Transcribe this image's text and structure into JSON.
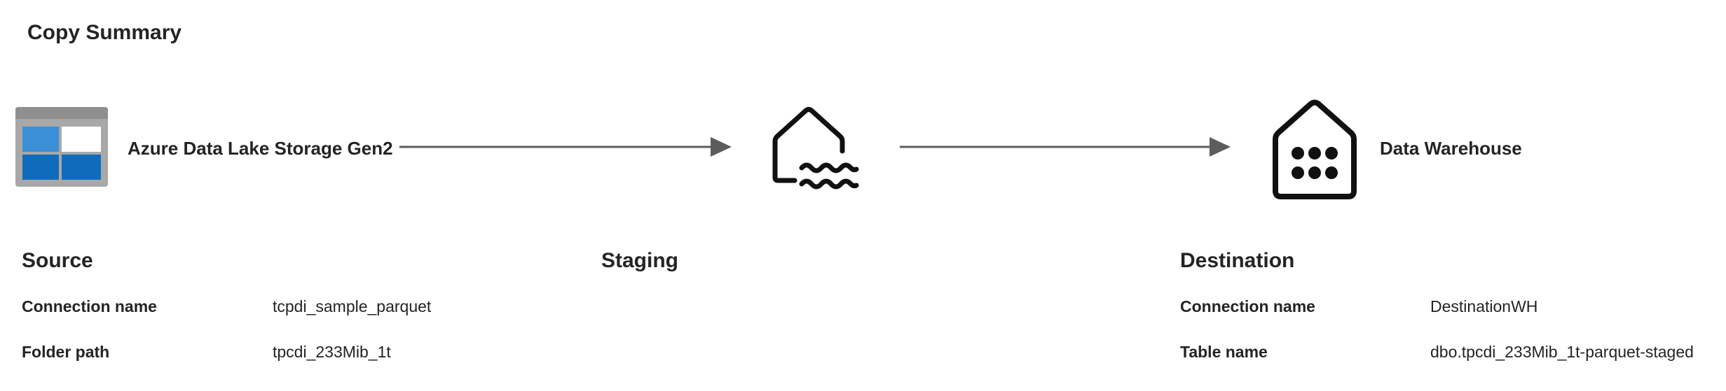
{
  "page": {
    "title": "Copy Summary"
  },
  "flow": {
    "source_node": {
      "label": "Azure Data Lake Storage Gen2",
      "icon": "azure-data-lake-storage-icon"
    },
    "staging_node": {
      "icon": "lakehouse-icon"
    },
    "destination_node": {
      "label": "Data Warehouse",
      "icon": "data-warehouse-icon"
    }
  },
  "source": {
    "heading": "Source",
    "fields": [
      {
        "label": "Connection name",
        "value": "tcpdi_sample_parquet"
      },
      {
        "label": "Folder path",
        "value": "tpcdi_233Mib_1t"
      }
    ]
  },
  "staging": {
    "heading": "Staging"
  },
  "destination": {
    "heading": "Destination",
    "fields": [
      {
        "label": "Connection name",
        "value": "DestinationWH"
      },
      {
        "label": "Table name",
        "value": "dbo.tpcdi_233Mib_1t-parquet-staged"
      }
    ]
  },
  "colors": {
    "text": "#242424",
    "arrow": "#5c5c5c",
    "azure_blue": "#0f6cbd",
    "azure_light_blue": "#3a8fd6",
    "azure_frame": "#a0a0a0"
  }
}
